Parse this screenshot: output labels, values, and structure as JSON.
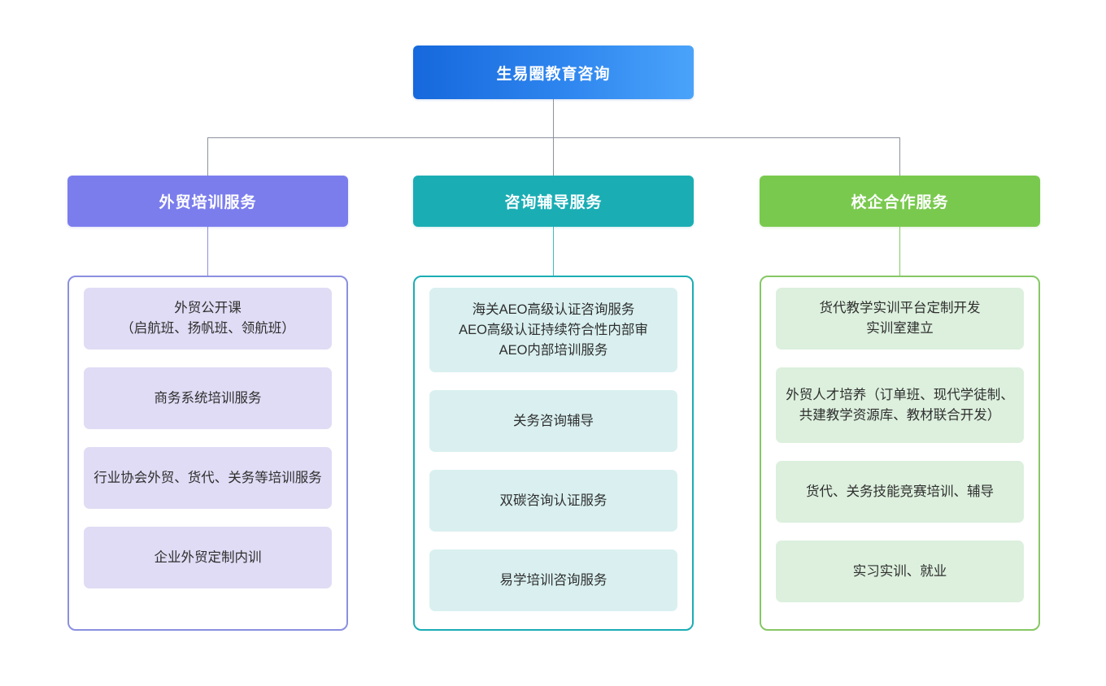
{
  "root": {
    "label": "生易圈教育咨询",
    "color": "#2f86ef"
  },
  "columns": [
    {
      "header": "外贸培训服务",
      "color": "#7b7ded",
      "border_color": "#8b8fe0",
      "chip_color": "#e0dcf5",
      "items": [
        "外贸公开课\n（启航班、扬帆班、领航班）",
        "商务系统培训服务",
        "行业协会外贸、货代、关务等培训服务",
        "企业外贸定制内训"
      ]
    },
    {
      "header": "咨询辅导服务",
      "color": "#1aadb4",
      "border_color": "#1aadb4",
      "chip_color": "#daf0f0",
      "items": [
        "海关AEO高级认证咨询服务\nAEO高级认证持续符合性内部审\nAEO内部培训服务",
        "关务咨询辅导",
        "双碳咨询认证服务",
        "易学培训咨询服务"
      ]
    },
    {
      "header": "校企合作服务",
      "color": "#79c94e",
      "border_color": "#86c765",
      "chip_color": "#dcf0dd",
      "items": [
        "货代教学实训平台定制开发\n实训室建立",
        "外贸人才培养（订单班、现代学徒制、共建教学资源库、教材联合开发）",
        "货代、关务技能竞赛培训、辅导",
        "实习实训、就业"
      ]
    }
  ]
}
